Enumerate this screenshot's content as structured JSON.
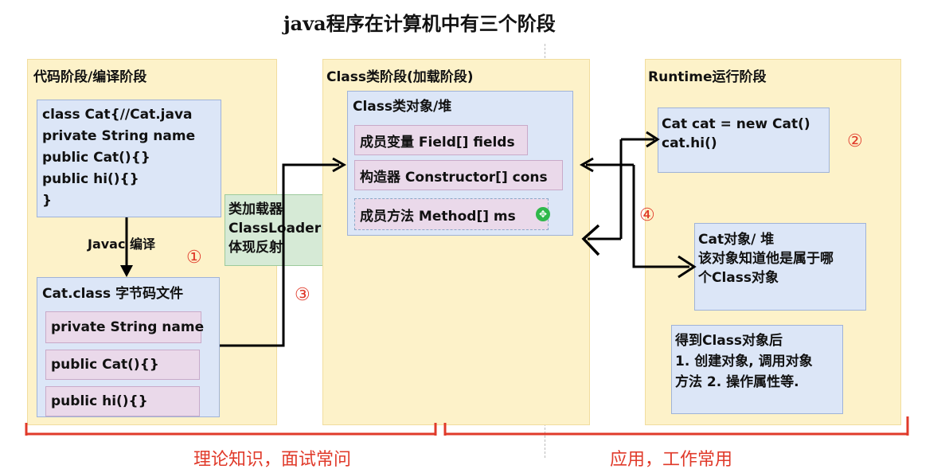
{
  "title": "java程序在计算机中有三个阶段",
  "stage_code": {
    "label": "代码阶段/编译阶段",
    "source_lines": [
      "class Cat{//Cat.java",
      "private String name",
      "public Cat(){}",
      "public hi(){}",
      "}"
    ],
    "compile_label": "Javac 编译",
    "bytecode_title": "Cat.class 字节码文件",
    "bytecode_items": [
      "private String name",
      "public Cat(){}",
      "public hi(){}"
    ]
  },
  "classloader": {
    "lines": [
      "类加载器",
      "ClassLoader",
      "体现反射"
    ]
  },
  "stage_class": {
    "label": "Class类阶段(加载阶段)",
    "heap_title": "Class类对象/堆",
    "members": [
      "成员变量 Field[] fields",
      "构造器 Constructor[] cons",
      "成员方法 Method[] ms"
    ]
  },
  "stage_runtime": {
    "label": "Runtime运行阶段",
    "code_lines": [
      "Cat cat = new Cat()",
      "cat.hi()"
    ],
    "object_lines": [
      "Cat对象/ 堆",
      "该对象知道他是属于哪",
      "个Class对象"
    ],
    "after_lines": [
      "得到Class对象后",
      "1. 创建对象, 调用对象",
      "方法 2. 操作属性等."
    ]
  },
  "markers": {
    "m1": "①",
    "m2": "②",
    "m3": "③",
    "m4": "④"
  },
  "footer": {
    "left": "理论知识，面试常问",
    "right": "应用，工作常用"
  },
  "colors": {
    "stage_bg": "#fdf2c9",
    "box_blue": "#dce6f7",
    "box_pink": "#ead9ea",
    "box_green": "#d6ead6",
    "accent_red": "#e03a2a"
  }
}
